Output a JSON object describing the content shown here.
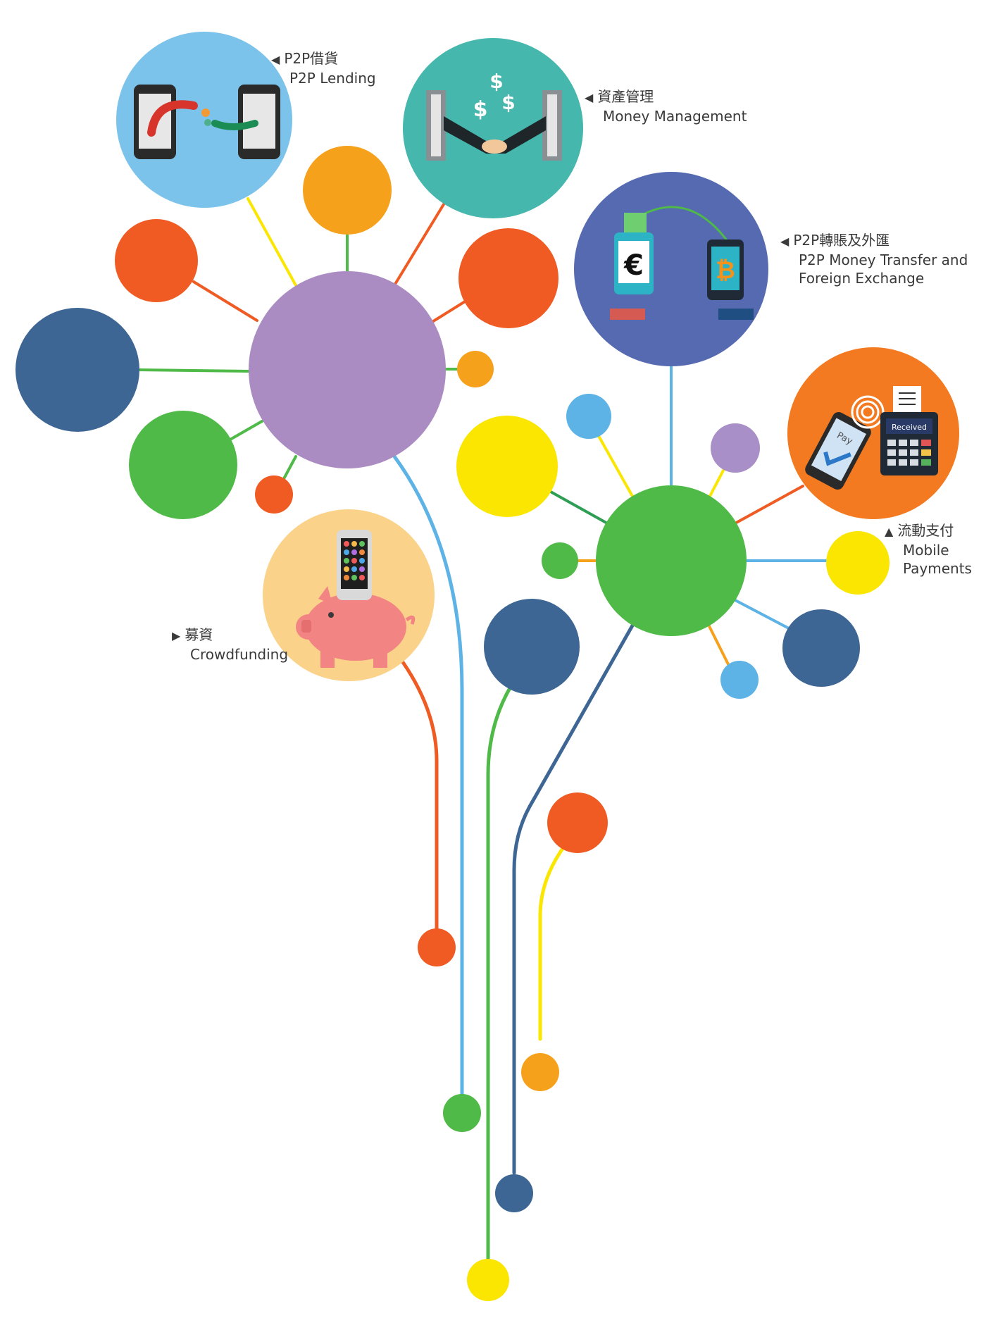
{
  "labels": {
    "p2p_lending": {
      "zh": "P2P借貨",
      "en": "P2P Lending"
    },
    "money_management": {
      "zh": "資產管理",
      "en": "Money Management"
    },
    "p2p_transfer": {
      "zh": "P2P轉賬及外匯",
      "en": "P2P Money Transfer and",
      "en2": "Foreign Exchange"
    },
    "mobile_payments": {
      "zh": "流動支付",
      "en": "Mobile",
      "en2": "Payments"
    },
    "crowdfunding": {
      "zh": "募資",
      "en": "Crowdfunding"
    }
  },
  "icon_text": {
    "pay": "Pay",
    "received": "Received",
    "euro": "€",
    "bitcoin": "₿",
    "dollar": "$"
  },
  "arrows": {
    "left": "◀",
    "right": "▶",
    "up": "▲"
  },
  "colors": {
    "purple": "#aa8cc2",
    "green": "#4fba48",
    "orange_red": "#ef5b23",
    "amber": "#f6a11c",
    "navy": "#3d6694",
    "yellow": "#fae600",
    "sky": "#5db3e6",
    "light_blue": "#7cc3ec",
    "teal": "#45b7ac",
    "indigo": "#556ab1",
    "orange": "#f37a20",
    "peach": "#fbd28a",
    "lavender": "#a98fc7"
  }
}
